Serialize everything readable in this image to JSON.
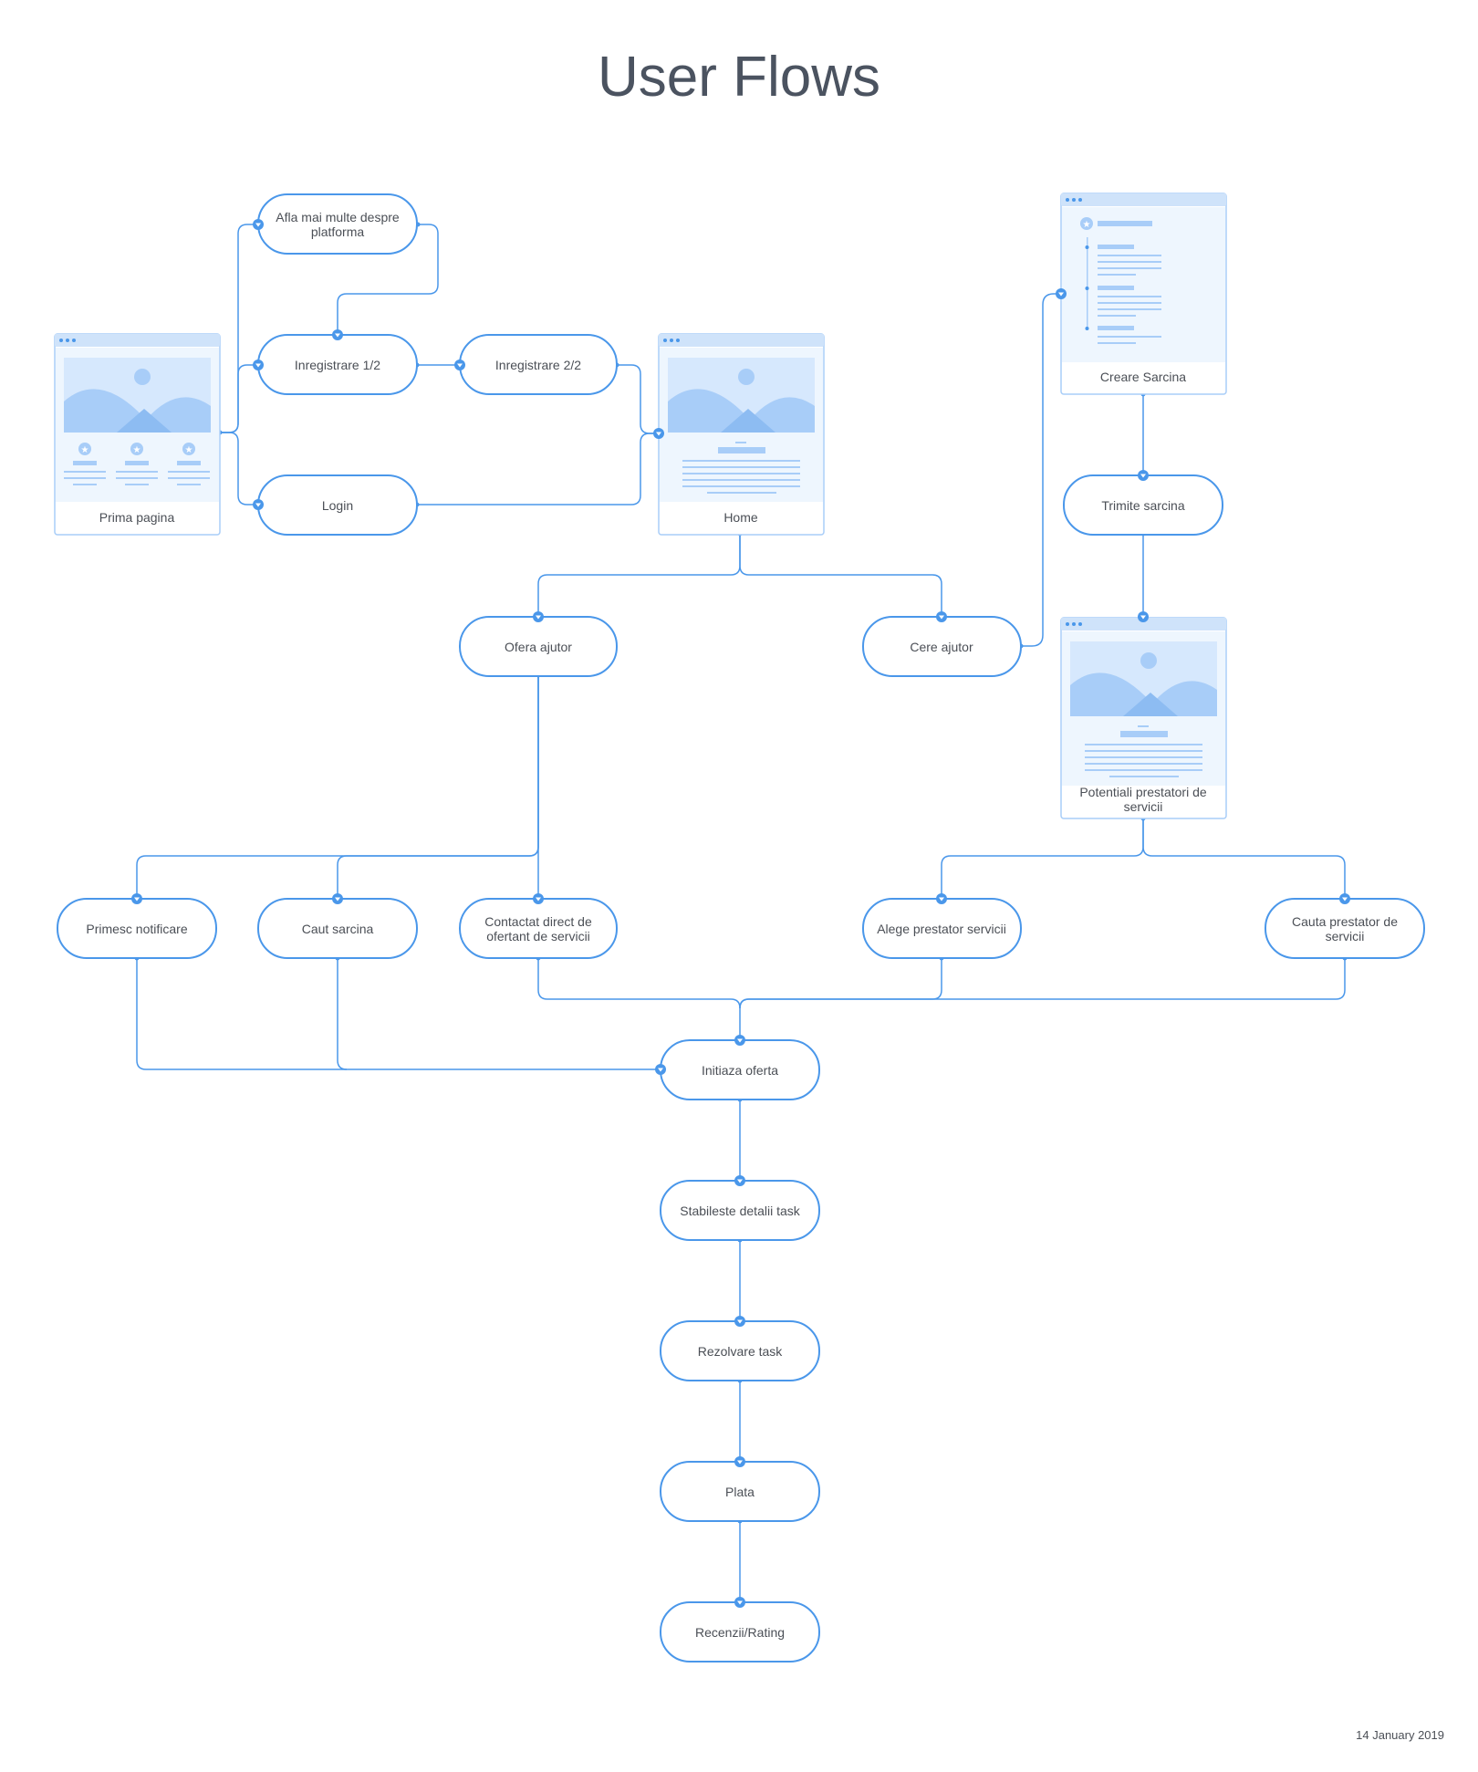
{
  "title": "User Flows",
  "date": "14 January 2019",
  "colors": {
    "accent": "#4a97ea",
    "light": "#a8cdf8",
    "panel": "#eef6fe",
    "text": "#4b4f56",
    "title": "#4b5360"
  },
  "screens": {
    "prima": "Prima pagina",
    "home": "Home",
    "creare": "Creare Sarcina",
    "potentiali_1": "Potentiali prestatori de",
    "potentiali_2": "servicii"
  },
  "nodes": {
    "afla_1": "Afla mai multe despre",
    "afla_2": "platforma",
    "inreg1": "Inregistrare 1/2",
    "inreg2": "Inregistrare 2/2",
    "login": "Login",
    "ofera": "Ofera ajutor",
    "cere": "Cere ajutor",
    "trimite": "Trimite sarcina",
    "primesc": "Primesc notificare",
    "caut": "Caut sarcina",
    "contactat_1": "Contactat direct de",
    "contactat_2": "ofertant de servicii",
    "alege": "Alege prestator servicii",
    "cauta_1": "Cauta prestator de",
    "cauta_2": "servicii",
    "initiaza": "Initiaza oferta",
    "stabileste": "Stabileste detalii task",
    "rezolvare": "Rezolvare task",
    "plata": "Plata",
    "recenzii": "Recenzii/Rating"
  }
}
